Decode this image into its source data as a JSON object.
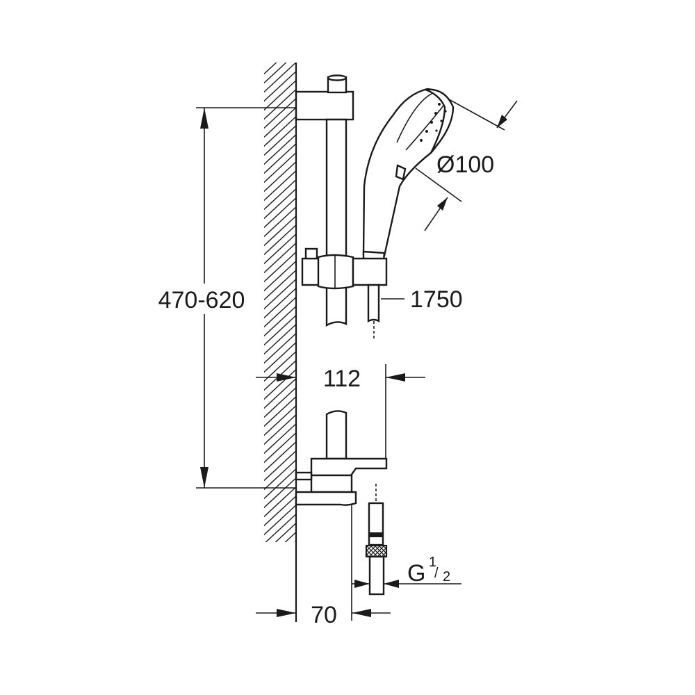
{
  "dimensions": {
    "rail_height": "470-620",
    "hose_length": "1750",
    "handshower_diameter": "Ø100",
    "bracket_projection": "112",
    "wall_distance": "70",
    "thread_main": "G",
    "thread_numerator": "1",
    "thread_denominator": "2"
  }
}
